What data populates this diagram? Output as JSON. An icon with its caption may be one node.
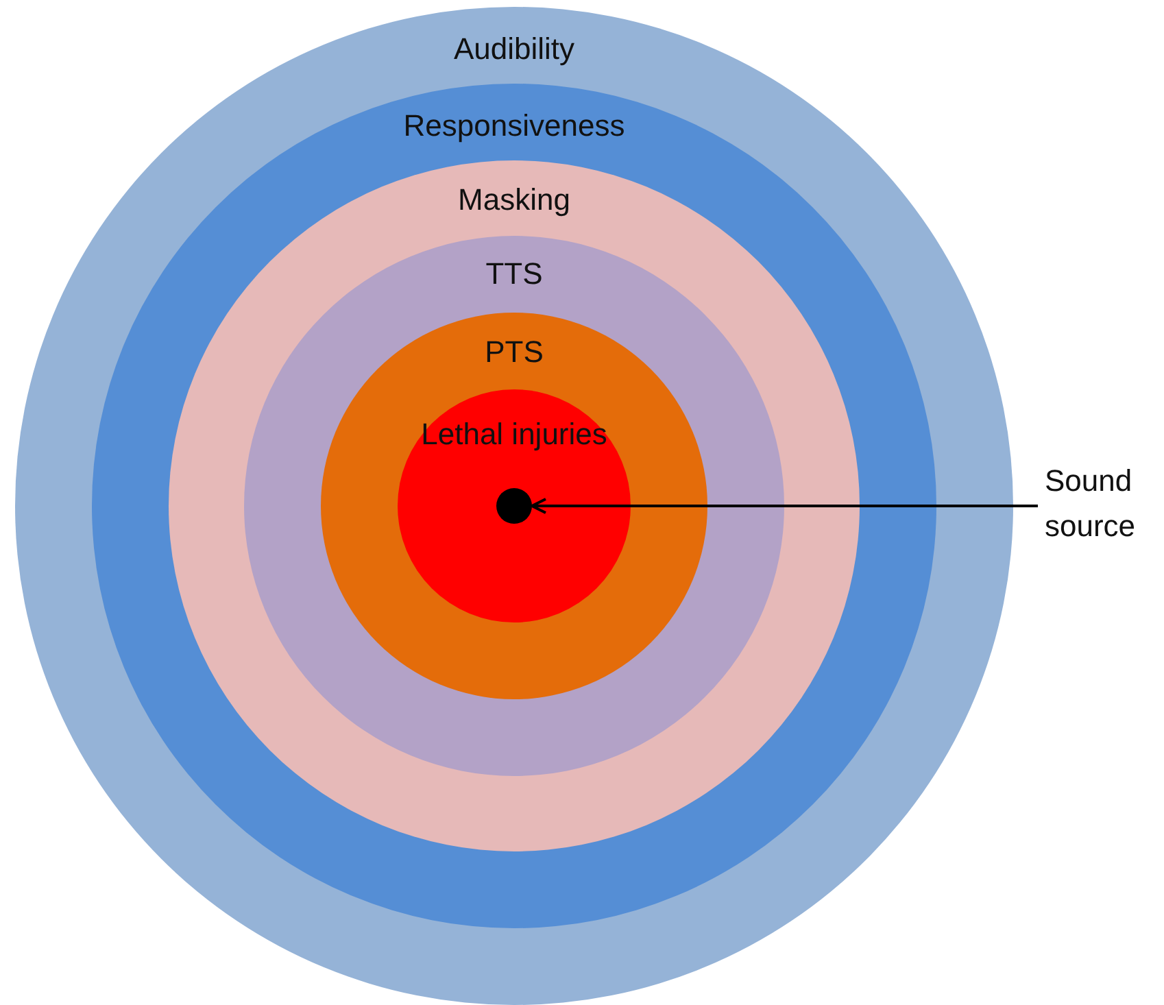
{
  "diagram": {
    "nodes": [
      {
        "text": [
          "Audibility"
        ]
      },
      {
        "text": [
          "Responsiveness"
        ],
        "in": 0
      },
      {
        "text": [
          "Masking"
        ],
        "in": 1
      },
      {
        "text": [
          "TTS"
        ],
        "in": 2
      },
      {
        "text": [
          "PTS"
        ],
        "in": 3
      },
      {
        "text": [
          "Lethal injuries"
        ],
        "in": 4
      },
      {
        "text": [],
        "shape": "circle",
        "in": 5
      },
      {
        "text": [
          "Sound source"
        ]
      }
    ],
    "edges": [
      {
        "from": 7,
        "to": 6,
        "arrow": "to"
      }
    ]
  }
}
